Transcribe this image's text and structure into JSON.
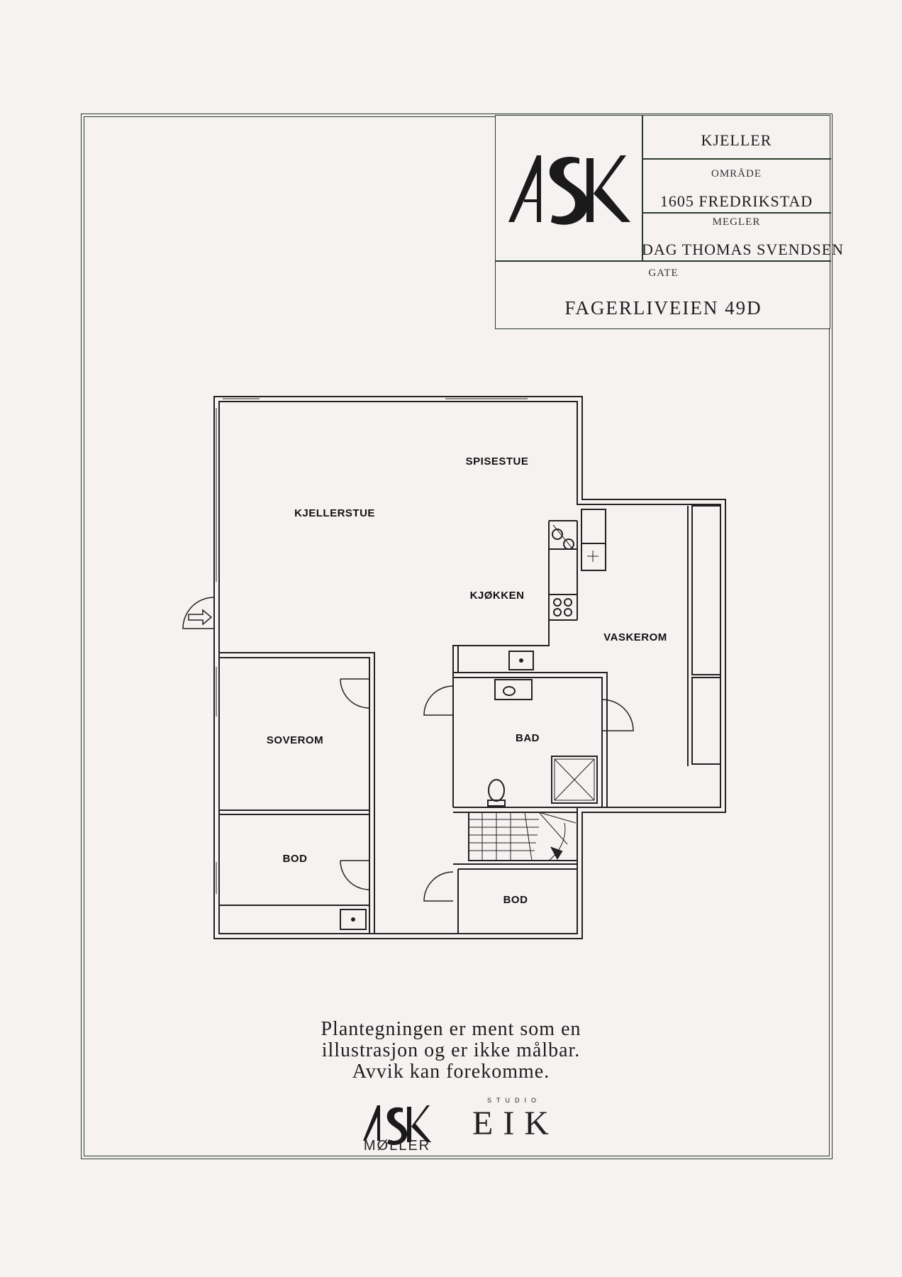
{
  "title_block": {
    "floor": "KJELLER",
    "area_label": "OMRÅDE",
    "area_value": "1605 FREDRIKSTAD",
    "agent_label": "MEGLER",
    "agent_value": "DAG THOMAS SVENDSEN",
    "street_label": "GATE",
    "street_value": "FAGERLIVEIEN 49D"
  },
  "rooms": {
    "spisestue": "SPISESTUE",
    "kjellerstue": "KJELLERSTUE",
    "kjokken": "KJØKKEN",
    "vaskerom": "VASKEROM",
    "bad": "BAD",
    "soverom": "SOVEROM",
    "bod_left": "BOD",
    "bod_right": "BOD"
  },
  "disclaimer": {
    "line1": "Plantegningen er ment som en",
    "line2": "illustrasjon og er ikke målbar.",
    "line3": "Avvik kan forekomme."
  },
  "footer": {
    "moller": "MØLLER",
    "studio": "STUDIO",
    "eik": "EIK"
  },
  "logos": {
    "ask_logo": "ASK"
  },
  "colors": {
    "background": "#f6f2f1",
    "frame": "#2a3a2a",
    "wall": "#222222"
  }
}
